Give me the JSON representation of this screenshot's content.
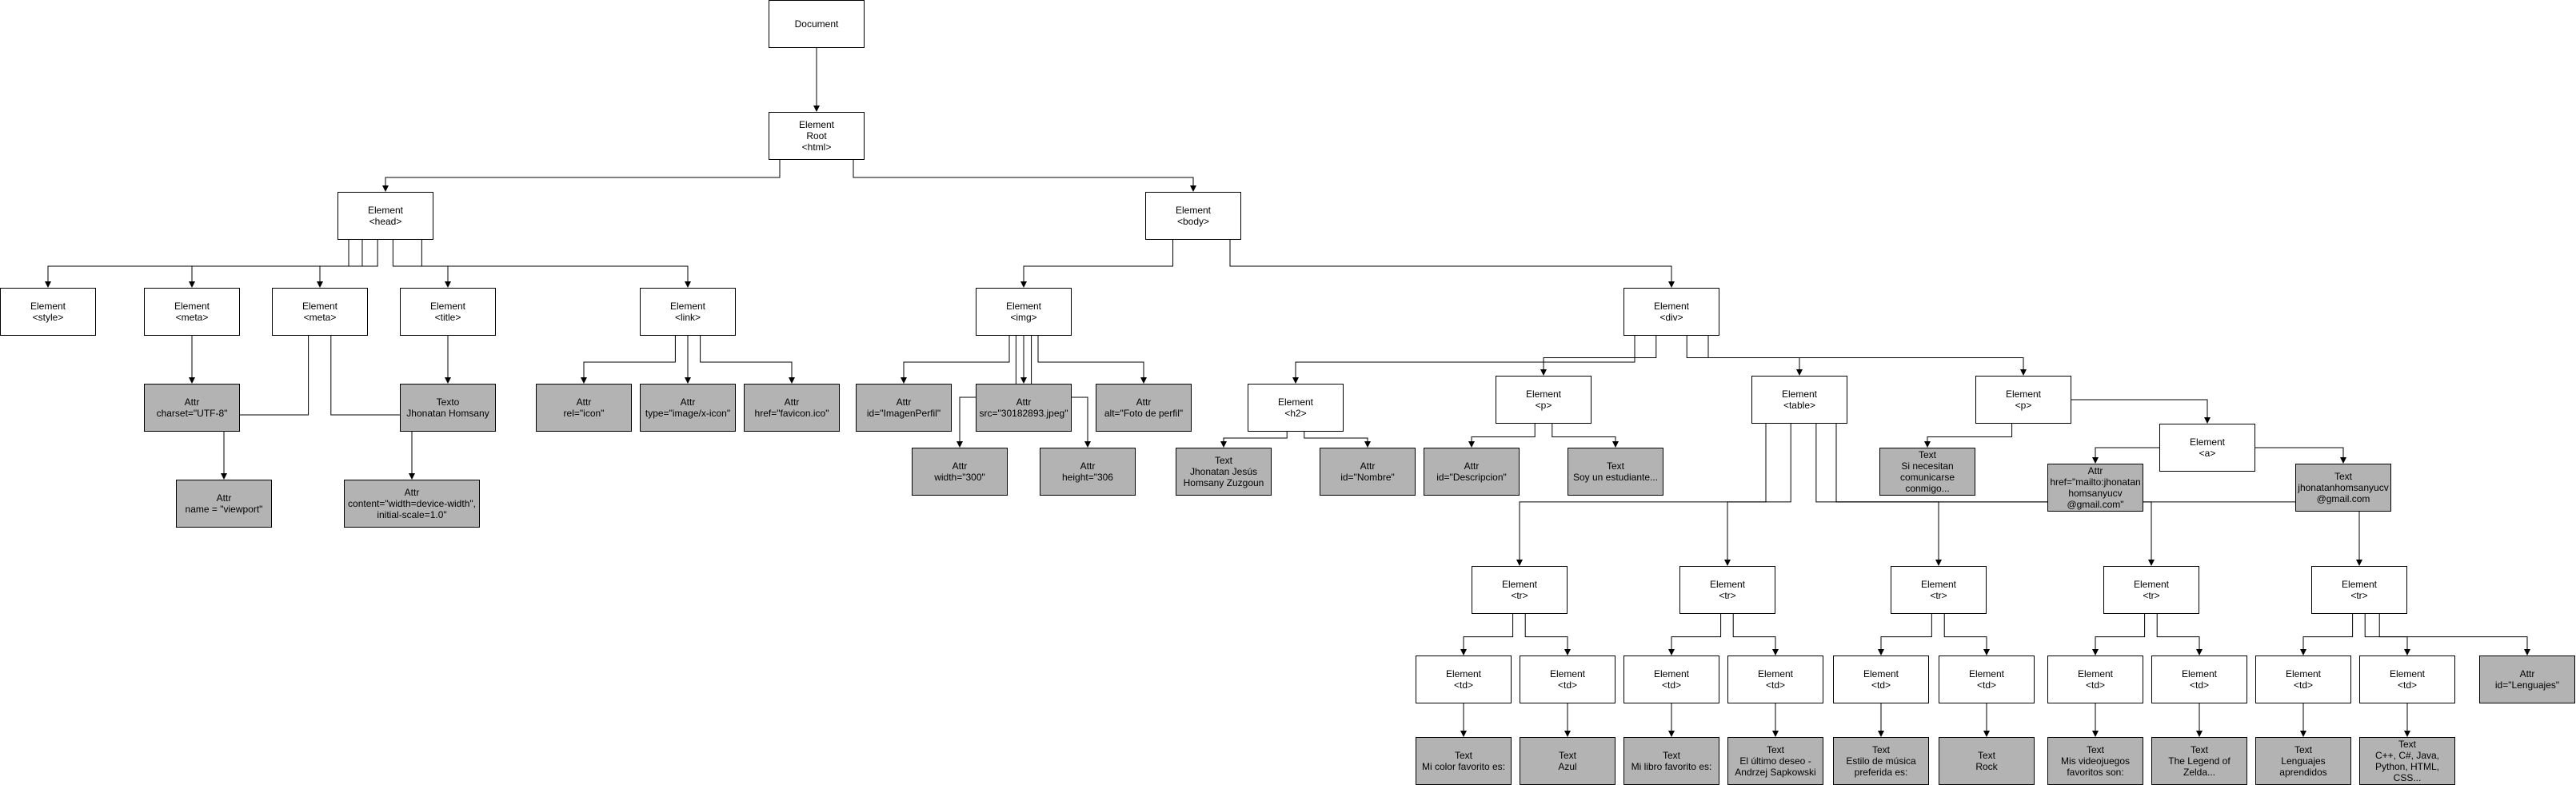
{
  "nodes": [
    {
      "id": "doc",
      "kind": "doc",
      "lines": [
        "Document"
      ]
    },
    {
      "id": "html",
      "kind": "element",
      "lines": [
        "Element",
        "Root",
        "<html>"
      ]
    },
    {
      "id": "head",
      "kind": "element",
      "lines": [
        "Element",
        "<head>"
      ]
    },
    {
      "id": "body",
      "kind": "element",
      "lines": [
        "Element",
        "<body>"
      ]
    },
    {
      "id": "style",
      "kind": "element",
      "lines": [
        "Element",
        "<style>"
      ]
    },
    {
      "id": "meta1",
      "kind": "element",
      "lines": [
        "Element",
        "<meta>"
      ]
    },
    {
      "id": "meta2",
      "kind": "element",
      "lines": [
        "Element",
        "<meta>"
      ]
    },
    {
      "id": "title",
      "kind": "element",
      "lines": [
        "Element",
        "<title>"
      ]
    },
    {
      "id": "link",
      "kind": "element",
      "lines": [
        "Element",
        "<link>"
      ]
    },
    {
      "id": "charset",
      "kind": "attr",
      "lines": [
        "Attr",
        "charset=\"UTF-8\""
      ]
    },
    {
      "id": "mname",
      "kind": "attr",
      "lines": [
        "Attr",
        "name = \"viewport\""
      ]
    },
    {
      "id": "mcontent",
      "kind": "attr",
      "lines": [
        "Attr",
        "content=\"width=device-width\",",
        "initial-scale=1.0\""
      ]
    },
    {
      "id": "titletext",
      "kind": "text",
      "lines": [
        "Texto",
        "Jhonatan Homsany"
      ]
    },
    {
      "id": "rel",
      "kind": "attr",
      "lines": [
        "Attr",
        "rel=\"icon\""
      ]
    },
    {
      "id": "type",
      "kind": "attr",
      "lines": [
        "Attr",
        "type=\"image/x-icon\""
      ]
    },
    {
      "id": "href",
      "kind": "attr",
      "lines": [
        "Attr",
        "href=\"favicon.ico\""
      ]
    },
    {
      "id": "img",
      "kind": "element",
      "lines": [
        "Element",
        "<img>"
      ]
    },
    {
      "id": "div",
      "kind": "element",
      "lines": [
        "Element",
        "<div>"
      ]
    },
    {
      "id": "imgid",
      "kind": "attr",
      "lines": [
        "Attr",
        "id=\"ImagenPerfil\""
      ]
    },
    {
      "id": "imgsrc",
      "kind": "attr",
      "lines": [
        "Attr",
        "src=\"30182893.jpeg\""
      ]
    },
    {
      "id": "imgalt",
      "kind": "attr",
      "lines": [
        "Attr",
        "alt=\"Foto de perfil\""
      ]
    },
    {
      "id": "imgw",
      "kind": "attr",
      "lines": [
        "Attr",
        "width=\"300\""
      ]
    },
    {
      "id": "imgh",
      "kind": "attr",
      "lines": [
        "Attr",
        "height=\"306"
      ]
    },
    {
      "id": "h2",
      "kind": "element",
      "lines": [
        "Element",
        "<h2>"
      ]
    },
    {
      "id": "p1",
      "kind": "element",
      "lines": [
        "Element",
        "<p>"
      ]
    },
    {
      "id": "table",
      "kind": "element",
      "lines": [
        "Element",
        "<table>"
      ]
    },
    {
      "id": "p2",
      "kind": "element",
      "lines": [
        "Element",
        "<p>"
      ]
    },
    {
      "id": "h2text",
      "kind": "text",
      "lines": [
        "Text",
        "Jhonatan Jesús",
        "Homsany Zuzgoun"
      ]
    },
    {
      "id": "h2id",
      "kind": "attr",
      "lines": [
        "Attr",
        "id=\"Nombre\""
      ]
    },
    {
      "id": "p1id",
      "kind": "attr",
      "lines": [
        "Attr",
        "id=\"Descripcion\""
      ]
    },
    {
      "id": "p1text",
      "kind": "text",
      "lines": [
        "Text",
        "Soy un estudiante..."
      ]
    },
    {
      "id": "p2text",
      "kind": "text",
      "lines": [
        "Text",
        "Si necesitan",
        "comunicarse",
        "conmigo..."
      ]
    },
    {
      "id": "a",
      "kind": "element",
      "lines": [
        "Element",
        "<a>"
      ]
    },
    {
      "id": "ahref",
      "kind": "attr",
      "lines": [
        "Attr",
        "href=\"mailto:jhonatan",
        "homsanyucv",
        "@gmail.com\""
      ]
    },
    {
      "id": "atext",
      "kind": "text",
      "lines": [
        "Text",
        "jhonatanhomsanyucv",
        "@gmail.com"
      ]
    },
    {
      "id": "tr1",
      "kind": "element",
      "lines": [
        "Element",
        "<tr>"
      ]
    },
    {
      "id": "tr2",
      "kind": "element",
      "lines": [
        "Element",
        "<tr>"
      ]
    },
    {
      "id": "tr3",
      "kind": "element",
      "lines": [
        "Element",
        "<tr>"
      ]
    },
    {
      "id": "tr4",
      "kind": "element",
      "lines": [
        "Element",
        "<tr>"
      ]
    },
    {
      "id": "tr5",
      "kind": "element",
      "lines": [
        "Element",
        "<tr>"
      ]
    },
    {
      "id": "tableid",
      "kind": "attr",
      "lines": [
        "Attr",
        "id=\"Lenguajes\""
      ]
    },
    {
      "id": "td1a",
      "kind": "element",
      "lines": [
        "Element",
        "<td>"
      ]
    },
    {
      "id": "td1b",
      "kind": "element",
      "lines": [
        "Element",
        "<td>"
      ]
    },
    {
      "id": "td2a",
      "kind": "element",
      "lines": [
        "Element",
        "<td>"
      ]
    },
    {
      "id": "td2b",
      "kind": "element",
      "lines": [
        "Element",
        "<td>"
      ]
    },
    {
      "id": "td3a",
      "kind": "element",
      "lines": [
        "Element",
        "<td>"
      ]
    },
    {
      "id": "td3b",
      "kind": "element",
      "lines": [
        "Element",
        "<td>"
      ]
    },
    {
      "id": "td4a",
      "kind": "element",
      "lines": [
        "Element",
        "<td>"
      ]
    },
    {
      "id": "td4b",
      "kind": "element",
      "lines": [
        "Element",
        "<td>"
      ]
    },
    {
      "id": "td5a",
      "kind": "element",
      "lines": [
        "Element",
        "<td>"
      ]
    },
    {
      "id": "td5b",
      "kind": "element",
      "lines": [
        "Element",
        "<td>"
      ]
    },
    {
      "id": "t1a",
      "kind": "text",
      "lines": [
        "Text",
        "Mi color favorito es:"
      ]
    },
    {
      "id": "t1b",
      "kind": "text",
      "lines": [
        "Text",
        "Azul"
      ]
    },
    {
      "id": "t2a",
      "kind": "text",
      "lines": [
        "Text",
        "Mi libro favorito es:"
      ]
    },
    {
      "id": "t2b",
      "kind": "text",
      "lines": [
        "Text",
        "El último deseo -",
        "Andrzej Sapkowski"
      ]
    },
    {
      "id": "t3a",
      "kind": "text",
      "lines": [
        "Text",
        "Estilo de música",
        "preferida es:"
      ]
    },
    {
      "id": "t3b",
      "kind": "text",
      "lines": [
        "Text",
        "Rock"
      ]
    },
    {
      "id": "t4a",
      "kind": "text",
      "lines": [
        "Text",
        "Mis videojuegos",
        "favoritos son:"
      ]
    },
    {
      "id": "t4b",
      "kind": "text",
      "lines": [
        "Text",
        "The Legend of",
        "Zelda..."
      ]
    },
    {
      "id": "t5a",
      "kind": "text",
      "lines": [
        "Text",
        "Lenguajes",
        "aprendidos"
      ]
    },
    {
      "id": "t5b",
      "kind": "text",
      "lines": [
        "Text",
        "C++, C#, Java,",
        "Python, HTML,",
        "CSS..."
      ]
    }
  ],
  "edges": [
    [
      "doc",
      "html"
    ],
    [
      "html",
      "head"
    ],
    [
      "html",
      "body"
    ],
    [
      "head",
      "style"
    ],
    [
      "head",
      "meta1"
    ],
    [
      "head",
      "meta2"
    ],
    [
      "head",
      "title"
    ],
    [
      "head",
      "link"
    ],
    [
      "meta1",
      "charset"
    ],
    [
      "meta2",
      "mname"
    ],
    [
      "meta2",
      "mcontent"
    ],
    [
      "title",
      "titletext"
    ],
    [
      "link",
      "rel"
    ],
    [
      "link",
      "type"
    ],
    [
      "link",
      "href"
    ],
    [
      "body",
      "img"
    ],
    [
      "body",
      "div"
    ],
    [
      "img",
      "imgid"
    ],
    [
      "img",
      "imgsrc"
    ],
    [
      "img",
      "imgalt"
    ],
    [
      "img",
      "imgw"
    ],
    [
      "img",
      "imgh"
    ],
    [
      "div",
      "h2"
    ],
    [
      "div",
      "p1"
    ],
    [
      "div",
      "table"
    ],
    [
      "div",
      "p2"
    ],
    [
      "h2",
      "h2text"
    ],
    [
      "h2",
      "h2id"
    ],
    [
      "p1",
      "p1id"
    ],
    [
      "p1",
      "p1text"
    ],
    [
      "p2",
      "p2text"
    ],
    [
      "p2",
      "a"
    ],
    [
      "a",
      "ahref"
    ],
    [
      "a",
      "atext"
    ],
    [
      "table",
      "tr1"
    ],
    [
      "table",
      "tr2"
    ],
    [
      "table",
      "tr3"
    ],
    [
      "table",
      "tr4"
    ],
    [
      "table",
      "tr5"
    ],
    [
      "tr5",
      "tableid"
    ],
    [
      "tr1",
      "td1a"
    ],
    [
      "tr1",
      "td1b"
    ],
    [
      "tr2",
      "td2a"
    ],
    [
      "tr2",
      "td2b"
    ],
    [
      "tr3",
      "td3a"
    ],
    [
      "tr3",
      "td3b"
    ],
    [
      "tr4",
      "td4a"
    ],
    [
      "tr4",
      "td4b"
    ],
    [
      "tr5",
      "td5a"
    ],
    [
      "tr5",
      "td5b"
    ],
    [
      "td1a",
      "t1a"
    ],
    [
      "td1b",
      "t1b"
    ],
    [
      "td2a",
      "t2a"
    ],
    [
      "td2b",
      "t2b"
    ],
    [
      "td3a",
      "t3a"
    ],
    [
      "td3b",
      "t3b"
    ],
    [
      "td4a",
      "t4a"
    ],
    [
      "td4b",
      "t4b"
    ],
    [
      "td5a",
      "t5a"
    ],
    [
      "td5b",
      "t5b"
    ]
  ],
  "colors": {
    "element_fill": "#ffffff",
    "attr_text_fill": "#b3b3b3",
    "stroke": "#000000"
  }
}
